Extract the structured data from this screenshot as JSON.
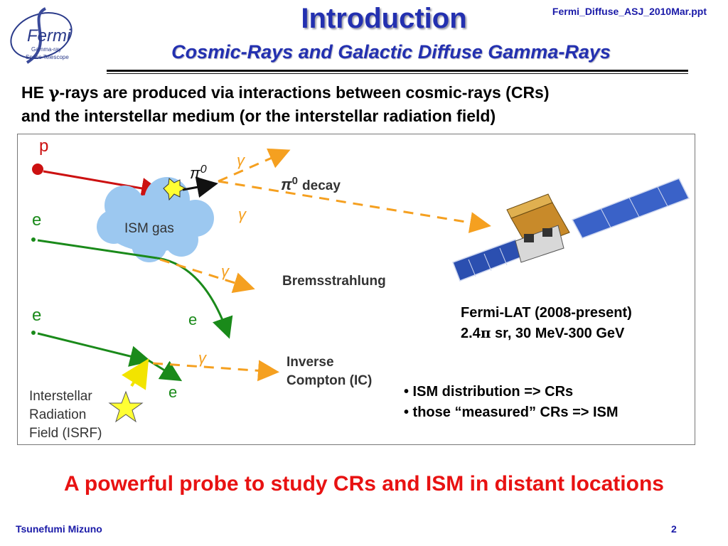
{
  "logo": {
    "title": "Fermi",
    "line1": "Gamma-ray",
    "line2": "Space Telescope"
  },
  "header": {
    "file_label": "Fermi_Diffuse_ASJ_2010Mar.ppt",
    "title": "Introduction",
    "subtitle": "Cosmic-Rays and Galactic Diffuse Gamma-Rays"
  },
  "intro": {
    "prefix": "HE ",
    "gamma": "γ",
    "line1_rest": "-rays are produced via interactions between cosmic-rays (CRs)",
    "line2": "and the interstellar medium (or the interstellar radiation field)"
  },
  "diagram": {
    "proton_label": "p",
    "pi0_label": "π",
    "pi0_sup": "0",
    "gamma_symbol": "γ",
    "decay_pi": "π",
    "decay_sup": "0",
    "decay_text": "decay",
    "ism_gas": "ISM gas",
    "electron_label": "e",
    "bremsstrahlung": "Bremsstrahlung",
    "ic_line1": "Inverse",
    "ic_line2": "Compton (IC)",
    "isrf_line1": "Interstellar",
    "isrf_line2": "Radiation",
    "isrf_line3": "Field (ISRF)"
  },
  "fermi_spec": {
    "line1": "Fermi-LAT (2008-present)",
    "line2_a": "2.4",
    "line2_pi": "π",
    "line2_b": " sr, 30 MeV-300 GeV"
  },
  "bullets": [
    "• ISM distribution => CRs",
    "• those “measured” CRs => ISM"
  ],
  "conclusion": "A powerful probe to study CRs and ISM in distant locations",
  "footer": {
    "author": "Tsunefumi Mizuno",
    "page": "2"
  },
  "colors": {
    "title_blue": "#2330b0",
    "accent_red": "#e81212",
    "proton_red": "#cc1111",
    "electron_green": "#1a8a1a",
    "gamma_orange": "#f5a020",
    "cloud_blue": "#9cc8f0"
  }
}
